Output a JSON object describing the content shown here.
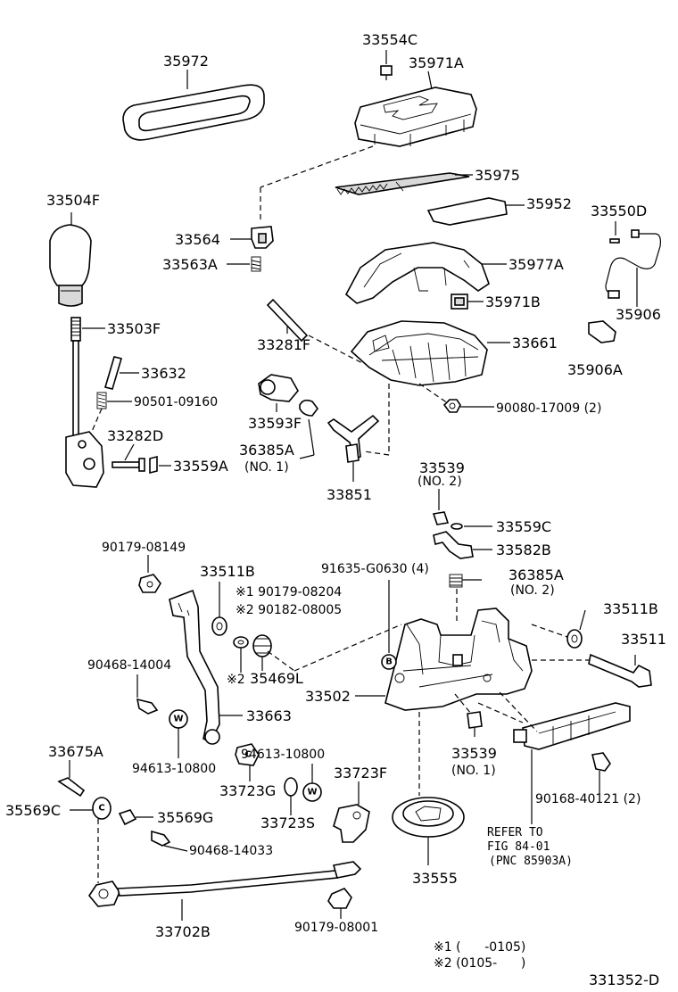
{
  "labels": {
    "p35972": "35972",
    "p33554c": "33554C",
    "p35971a": "35971A",
    "p35975": "35975",
    "p35952": "35952",
    "p33504f": "33504F",
    "p33564": "33564",
    "p33563a": "33563A",
    "p33550d": "33550D",
    "p35977a": "35977A",
    "p35971b": "35971B",
    "p35906": "35906",
    "p33503f": "33503F",
    "p33281f": "33281F",
    "p33661": "33661",
    "p35906a": "35906A",
    "p33632": "33632",
    "p90501_09160": "90501-09160",
    "p33593f": "33593F",
    "p90080_17009": "90080-17009 (2)",
    "p33282d": "33282D",
    "p36385a_1": "36385A",
    "p33559a": "33559A",
    "p36385a_1_no": "(NO. 1)",
    "p33539_2": "33539",
    "p33539_2_no": "(NO. 2)",
    "p33851": "33851",
    "p33559c": "33559C",
    "p90179_08149": "90179-08149",
    "p33582b": "33582B",
    "p33511b_l": "33511B",
    "p91635": "91635-G0630 (4)",
    "p36385a_2": "36385A",
    "p36385a_2_no": "(NO. 2)",
    "p90179_08204": "※1 90179-08204",
    "p90182_08005": "※2 90182-08005",
    "p33511b_r": "33511B",
    "p33511": "33511",
    "p90468_14004": "90468-14004",
    "p35469l": "35469L",
    "p35469l_mark": "※2",
    "p33502": "33502",
    "p33663": "33663",
    "p33675a": "33675A",
    "p94613_l": "94613-10800",
    "p94613_r": "94613-10800",
    "p33539_1": "33539",
    "p33539_1_no": "(NO. 1)",
    "p33723g": "33723G",
    "p33723f": "33723F",
    "p90168": "90168-40121 (2)",
    "p35569c": "35569C",
    "p35569g": "35569G",
    "p33723s": "33723S",
    "refer_1": "REFER TO",
    "refer_2": "FIG 84-01",
    "refer_3": "(PNC 85903A)",
    "p90468_14033": "90468-14033",
    "p33555": "33555",
    "p33702b": "33702B",
    "p90179_08001": "90179-08001"
  },
  "symbols": {
    "washer_w": "W",
    "bolt_b": "B",
    "clip_c": "C"
  },
  "notes": {
    "n1": "※1 (      -0105)",
    "n2": "※2 (0105-      )"
  },
  "figure_id": "331352-D"
}
